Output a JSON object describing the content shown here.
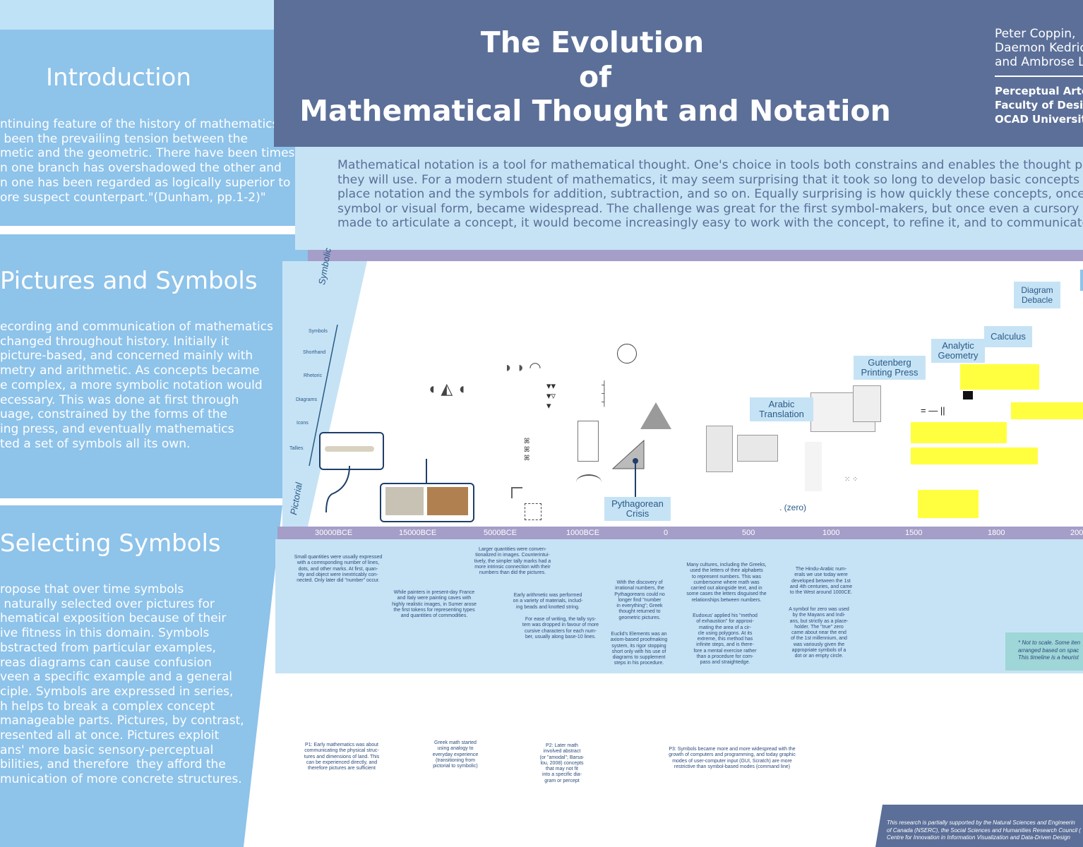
{
  "title": {
    "line1": "The Evolution",
    "line2": "of",
    "line3": "Mathematical Thought and Notation"
  },
  "authors": {
    "names": "Peter Coppin,\nDaemon Kedric\nand Ambrose L",
    "affiliation": "Perceptual Artef\nFaculty of Design\nOCAD University"
  },
  "introduction": {
    "heading": "Introduction",
    "body": "ntinuing feature of the history of mathematics\n been the prevailing tension between the\nmetic and the geometric. There have been times\nn one branch has overshadowed the other and\nn one has been regarded as logically superior to\nore suspect counterpart.\"(Dunham, pp.1-2)\""
  },
  "pictures_symbols": {
    "heading": "Pictures and Symbols",
    "body": "ecording and communication of mathematics\nchanged throughout history. Initially it\npicture-based, and concerned mainly with\nmetry and arithmetic. As concepts became\ne complex, a more symbolic notation would\necessary. This was done at first through\nuage, constrained by the forms of the\ning press, and eventually mathematics\nted a set of symbols all its own."
  },
  "selecting_symbols": {
    "heading": "Selecting Symbols",
    "body": "ropose that over time symbols\n naturally selected over pictures for\nhematical exposition because of their\nive fitness in this domain. Symbols\nbstracted from particular examples,\nreas diagrams can cause confusion\nveen a specific example and a general\nciple. Symbols are expressed in series,\nh helps to break a complex concept\nmanageable parts. Pictures, by contrast,\nresented all at once. Pictures exploit\nans' more basic sensory-perceptual\nbilities, and therefore  they afford the\nmunication of more concrete structures."
  },
  "intro_paragraph": "Mathematical notation is a tool for mathematical thought. One's choice in tools both constrains and enables the thought processe\nthey will use. For a modern student of mathematics, it may seem surprising that it took so long to develop basic concepts like zero\nplace notation and the symbols for addition, subtraction, and so on. Equally surprising is how quickly these concepts, once articula\nsymbol or visual form, became widespread. The challenge was great for the first symbol-makers, but once even a cursory attempt\nmade to articulate a concept, it would become increasingly easy to work with the concept, to refine it, and to communicate it with",
  "timeline": {
    "axis_symbolic": "Symbolic",
    "axis_pictorial": "Pictorial",
    "levels": [
      "Symbols",
      "Shorthand",
      "Rhetoric",
      "Diagrams",
      "Icons",
      "Tallies"
    ],
    "ticks": [
      "30000BCE",
      "15000BCE",
      "5000BCE",
      "1000BCE",
      "0",
      "500",
      "1000",
      "1500",
      "1800",
      "200"
    ],
    "labels": {
      "pythagorean": "Pythagorean\nCrisis",
      "arabic": "Arabic\nTranslation",
      "gutenberg": "Gutenberg\nPrinting Press",
      "analytic": "Analytic\nGeometry",
      "calculus": "Calculus",
      "diagram": "Diagram\nDebacle",
      "zero": ". (zero)"
    },
    "captions": {
      "c1": "Small quantities were usually expressed\nwith a corresponding number of lines,\ndots, and other marks. At first, quan-\ntity and object were inextricably con-\nnected. Only later did \"number\" occur.",
      "c2": "While painters in present-day France\nand Italy were painting caves with\nhighly realistic images, in Sumer arose\nthe first tokens for representing types\nand quantities of commodities.",
      "c3": "Larger quantities were conven-\ntionalized in images. Counterintui-\ntively, the simpler tally marks had a\nmore intrinsic connection with their\nnumbers than did the pictures.",
      "c4": "Early arithmetic was performed\non a variety of materials, includ-\ning beads and knotted string.",
      "c5": "For ease of writing, the tally sys-\ntem was dropped in favour of more\ncursive characters for each num-\nber, usually along base-10 lines.",
      "c6": "With the discovery of\nirrational numbers, the\nPythagoreans could no\nlonger find \"number\nin everything\"; Greek\nthought returned to\ngeometric pictures.",
      "c7": "Euclid's Elements was an\naxiom-based proofmaking\nsystem, its rigor stopping\nshort only with his use of\ndiagrams to supplement\nsteps in his procedure.",
      "c8": "Many cultures, including the Greeks,\nused the letters of their alphabets\nto represent numbers. This was\ncumbersome where math was\ncarried out alongside text, and in\nsome cases the letters disguised the\nrelationships between numbers.",
      "c9": "Eudoxus' applied his \"method\nof exhaustion\" for approxi-\nmating the area of a cir-\ncle using polygons. At its\nextreme, this method has\ninfinite steps, and is there-\nfore a mental exercise rather\nthan a procedure for com-\npass and straightedge.",
      "c10": "The Hindu-Arabic num-\nerals we use today were\ndeveloped between the 1st\nand 4th centuries, and came\nto the West around 1000CE.",
      "c11": "A symbol for zero was used\nby the Mayans and Indi-\nans, but strictly as a place-\nholder. The \"true\" zero\ncame about near the end\nof the 1st millennium, and\nwas variously given the\nappropriate symbols of a\ndot or an empty circle."
    },
    "note": "* Not to scale. Some iten\narranged based on spac\nThis timeline is a heurist"
  },
  "phases": {
    "p1": "P1: Early mathematics was about\ncommunicating the physical struc-\ntures and dimensions of land. This\ncan be experienced directly, and\ntherefore pictures are sufficient",
    "greek": "Greek math started\nusing analogy to\neveryday experience\n(transitioning from\npictorial to symbolic)",
    "p2": "P2: Later math\ninvolved abstract\n(or \"amodal\"; Barsa-\nlou, 2008) concepts\nthat may not fit\ninto a specific dia-\ngram or percept",
    "p3": "P3: Symbols became more and more widespread with the\ngrowth of computers and programming, and today graphic\nmodes of user-computer input (GUI, Scratch) are more\nrestrictive than symbol-based modes (command line)"
  },
  "footer": "This research is partially supported by the Natural Sciences and Engineerin\nof Canada (NSERC), the Social Sciences and Humanities Research Council (\nCentre for Innovation in Information Visualization and Data-Driven Design",
  "colors": {
    "title_bg": "#5b6f98",
    "panel_bg": "#8ec3ea",
    "band_bg": "#c6e3f5",
    "purple_band": "#a49ec8",
    "teal_note": "#9fd6d8",
    "footer_bg": "#5b6f98"
  }
}
